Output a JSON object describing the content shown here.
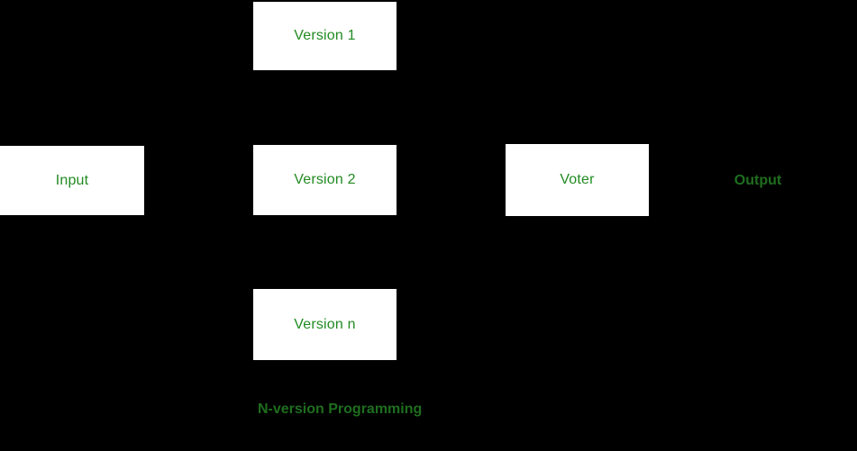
{
  "diagram": {
    "caption": "N-version Programming",
    "background_color": "#000000",
    "box_fill_color": "#ffffff",
    "box_text_color": "#228B22",
    "label_text_color": "#1e6e1e",
    "nodes": {
      "input": {
        "label": "Input"
      },
      "version1": {
        "label": "Version 1"
      },
      "version2": {
        "label": "Version 2"
      },
      "version_n": {
        "label": "Version n"
      },
      "voter": {
        "label": "Voter"
      },
      "output": {
        "label": "Output"
      }
    }
  }
}
